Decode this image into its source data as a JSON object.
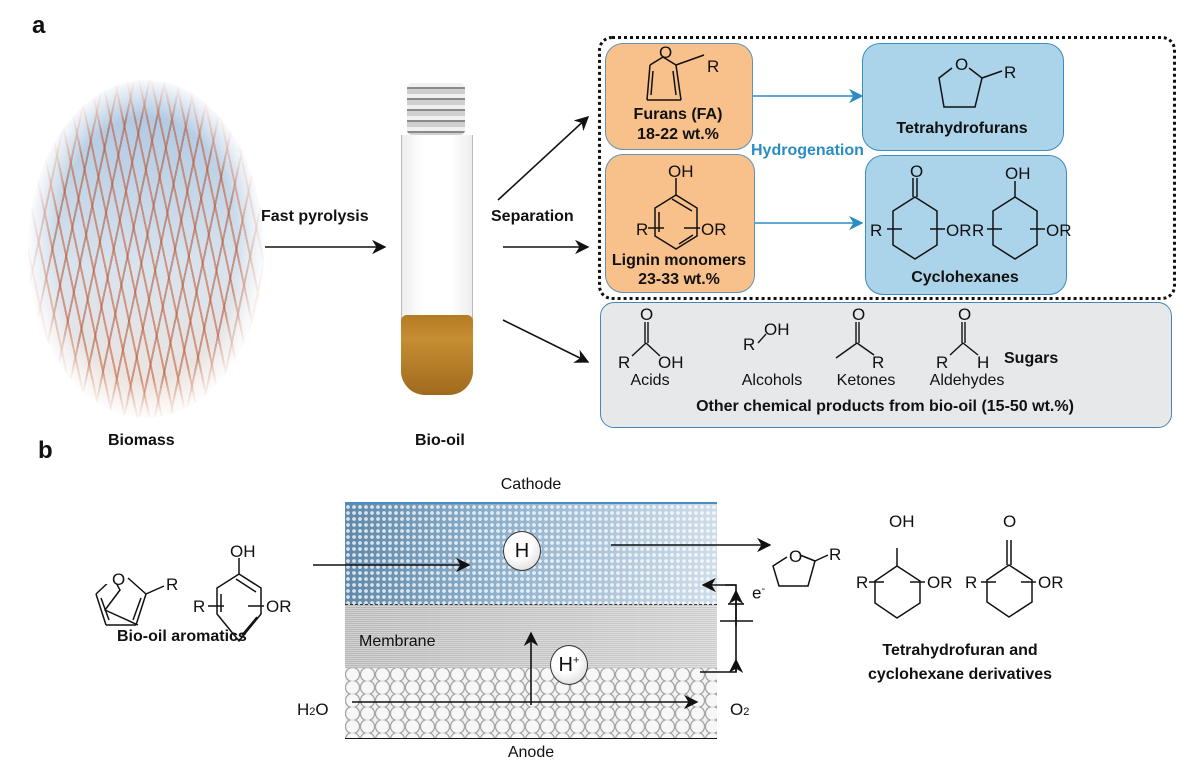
{
  "panel_a": {
    "label": "a",
    "biomass_label": "Biomass",
    "step1_label": "Fast pyrolysis",
    "biooil_label": "Bio-oil",
    "step2_label": "Separation",
    "furans": {
      "title": "Furans (FA)",
      "wt": "18-22 wt.%",
      "substituent": "R",
      "hetero": "O"
    },
    "lignin": {
      "title": "Lignin monomers",
      "wt": "23-33 wt.%",
      "oh": "OH",
      "r": "R",
      "or": "OR"
    },
    "hydrogenation_label": "Hydrogenation",
    "thf": {
      "title": "Tetrahydrofurans",
      "substituent": "R",
      "hetero": "O"
    },
    "cyclohexanes": {
      "title": "Cyclohexanes",
      "ketone_o": "O",
      "oh": "OH",
      "r": "R",
      "or": "OR"
    },
    "other_products": {
      "title": "Other chemical products from bio-oil (15-50 wt.%)",
      "items": [
        {
          "name": "Acids",
          "atoms": [
            "O",
            "R",
            "OH"
          ]
        },
        {
          "name": "Alcohols",
          "atoms": [
            "R",
            "OH"
          ]
        },
        {
          "name": "Ketones",
          "atoms": [
            "O",
            "R"
          ]
        },
        {
          "name": "Aldehydes",
          "atoms": [
            "O",
            "R",
            "H"
          ]
        }
      ],
      "sugars_label": "Sugars"
    },
    "colors": {
      "orange_box": "#f8c08a",
      "blue_box": "#abd3ea",
      "gray_box": "#e6e8ea",
      "accent_blue": "#2b8cc4"
    }
  },
  "panel_b": {
    "label": "b",
    "reactants_label": "Bio-oil aromatics",
    "reactant_atoms": {
      "furan_o": "O",
      "furan_r": "R",
      "oh": "OH",
      "r": "R",
      "or": "OR"
    },
    "cathode_label": "Cathode",
    "membrane_label": "Membrane",
    "anode_label": "Anode",
    "h_atom": "H",
    "proton": "H",
    "proton_charge": "+",
    "electron": "e",
    "electron_charge": "-",
    "water": "H",
    "water_sub": "2",
    "water_o": "O",
    "oxygen": "O",
    "oxygen_sub": "2",
    "products_label_line1": "Tetrahydrofuran and",
    "products_label_line2": "cyclohexane derivatives",
    "product_atoms": {
      "thf_o": "O",
      "thf_r": "R",
      "oh": "OH",
      "o": "O",
      "r": "R",
      "or": "OR"
    }
  }
}
